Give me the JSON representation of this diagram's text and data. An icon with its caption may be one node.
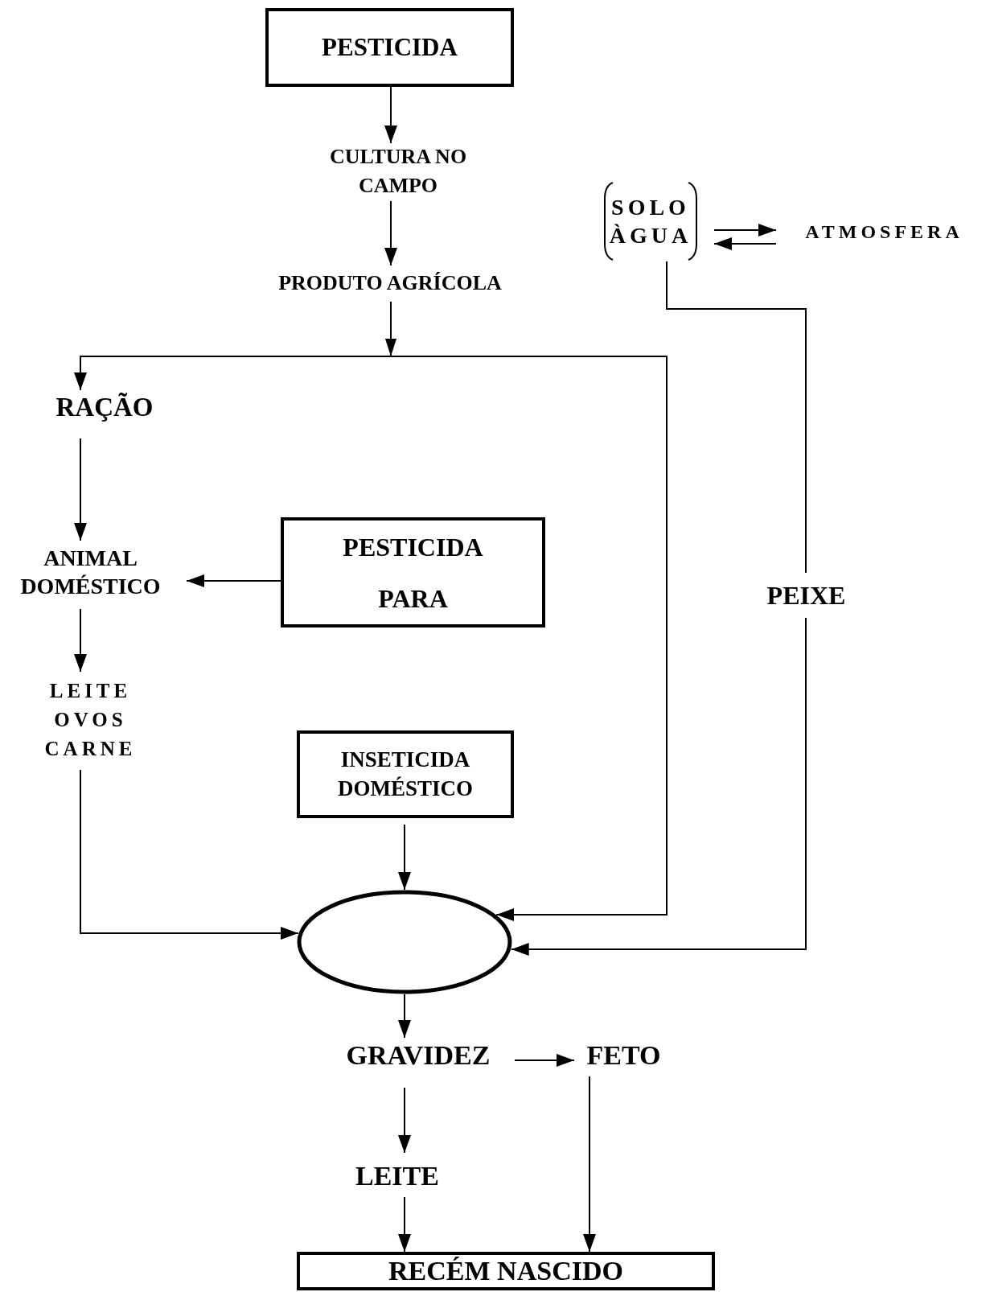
{
  "diagram": {
    "nodes": [
      {
        "text": [
          "PESTICIDA"
        ]
      },
      {
        "text": [
          "CULTURA NO CAMPO"
        ]
      },
      {
        "text": [
          "PRODUTO AGRÍCOLA"
        ]
      },
      {
        "text": [
          "RAÇÃO"
        ]
      },
      {
        "text": [
          "ANIMAL DOMÉSTICO"
        ]
      },
      {
        "text": [
          "PESTICIDA PARA"
        ]
      },
      {
        "text": [
          "LEITE OVOS CARNE"
        ]
      },
      {
        "text": [
          "INSETICIDA DOMÉSTICO"
        ]
      },
      {
        "text": [
          "SOLO ÀGUA"
        ]
      },
      {
        "text": [
          "ATMOSFERA"
        ]
      },
      {
        "text": [
          "PEIXE"
        ]
      },
      {
        "text": [],
        "shape": "ellipse"
      },
      {
        "text": [
          "GRAVIDEZ"
        ]
      },
      {
        "text": [
          "FETO"
        ]
      },
      {
        "text": [
          "LEITE"
        ]
      },
      {
        "text": [
          "RECÉM NASCIDO"
        ]
      }
    ],
    "edges": [
      {
        "from": 0,
        "to": 1,
        "arrow": "to"
      },
      {
        "from": 1,
        "to": 2,
        "arrow": "to"
      },
      {
        "from": 2,
        "to": 3,
        "arrow": "to"
      },
      {
        "from": 2,
        "to": 11,
        "arrow": "to"
      },
      {
        "from": 3,
        "to": 4,
        "arrow": "to"
      },
      {
        "from": 5,
        "to": 4,
        "arrow": "to"
      },
      {
        "from": 4,
        "to": 6,
        "arrow": "to"
      },
      {
        "from": 6,
        "to": 11,
        "arrow": "to"
      },
      {
        "from": 7,
        "to": 11,
        "arrow": "to"
      },
      {
        "from": 8,
        "to": 9,
        "arrow": "to"
      },
      {
        "from": 9,
        "to": 8,
        "arrow": "to"
      },
      {
        "from": 8,
        "to": 10,
        "arrow": "none"
      },
      {
        "from": 10,
        "to": 11,
        "arrow": "to"
      },
      {
        "from": 11,
        "to": 12,
        "arrow": "to"
      },
      {
        "from": 12,
        "to": 13,
        "arrow": "to"
      },
      {
        "from": 12,
        "to": 14,
        "arrow": "to"
      },
      {
        "from": 14,
        "to": 15,
        "arrow": "to"
      },
      {
        "from": 13,
        "to": 15,
        "arrow": "to"
      }
    ]
  }
}
